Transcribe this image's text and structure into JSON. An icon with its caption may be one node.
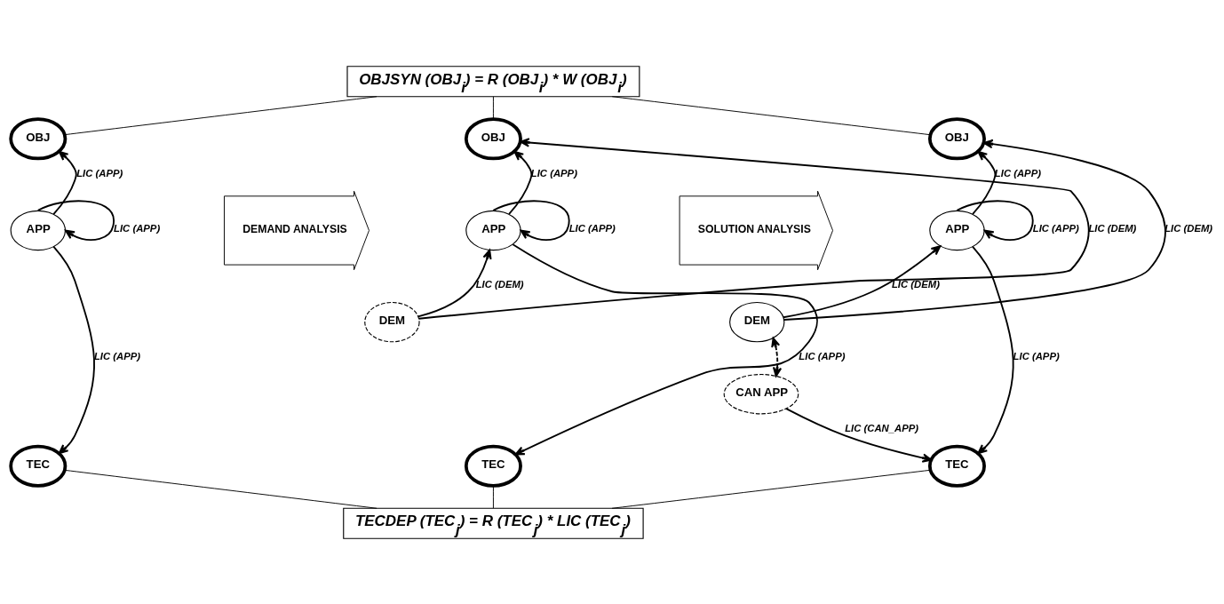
{
  "diagram": {
    "nodes": [
      {
        "text": [
          "OBJSYN (OBJ$_{i}$) = R (OBJ$_{i}$) * W (OBJ$_{i}$)"
        ]
      },
      {
        "text": [
          "OBJ"
        ]
      },
      {
        "text": [
          "APP"
        ]
      },
      {
        "text": [
          "TEC"
        ]
      },
      {
        "text": [
          "DEMAND ANALYSIS"
        ]
      },
      {
        "text": [
          "OBJ"
        ]
      },
      {
        "text": [
          "APP"
        ]
      },
      {
        "text": [
          "DEM"
        ]
      },
      {
        "text": [
          "TEC"
        ]
      },
      {
        "text": [
          "SOLUTION ANALYSIS"
        ]
      },
      {
        "text": [
          "OBJ"
        ]
      },
      {
        "text": [
          "APP"
        ]
      },
      {
        "text": [
          "DEM"
        ]
      },
      {
        "text": [
          "CAN APP"
        ]
      },
      {
        "text": [
          "TEC"
        ]
      },
      {
        "text": [
          "TECDEP (TEC$_{j}$) = R (TEC$_{j}$) * LIC (TEC$_{j}$)"
        ]
      }
    ],
    "edges": [
      {
        "from": 0,
        "to": 1,
        "arrow": "none"
      },
      {
        "from": 0,
        "to": 5,
        "arrow": "none"
      },
      {
        "from": 0,
        "to": 10,
        "arrow": "none"
      },
      {
        "from": 2,
        "to": 1,
        "arrow": "to",
        "label": "LIC (APP)"
      },
      {
        "from": 2,
        "to": 2,
        "arrow": "to",
        "label": "LIC (APP)"
      },
      {
        "from": 2,
        "to": 3,
        "arrow": "to",
        "label": "LIC (APP)"
      },
      {
        "from": 6,
        "to": 5,
        "arrow": "to",
        "label": "LIC (APP)"
      },
      {
        "from": 7,
        "to": 5,
        "arrow": "to",
        "label": "LIC (DEM)"
      },
      {
        "from": 6,
        "to": 6,
        "arrow": "to",
        "label": "LIC (APP)"
      },
      {
        "from": 7,
        "to": 6,
        "arrow": "to",
        "label": "LIC (DEM)"
      },
      {
        "from": 6,
        "to": 8,
        "arrow": "to",
        "label": "LIC (APP)"
      },
      {
        "from": 11,
        "to": 10,
        "arrow": "to",
        "label": "LIC (APP)"
      },
      {
        "from": 12,
        "to": 10,
        "arrow": "to",
        "label": "LIC (DEM)"
      },
      {
        "from": 11,
        "to": 11,
        "arrow": "to",
        "label": "LIC (APP)"
      },
      {
        "from": 12,
        "to": 11,
        "arrow": "to",
        "label": "LIC (DEM)"
      },
      {
        "from": 11,
        "to": 14,
        "arrow": "to",
        "label": "LIC (APP)"
      },
      {
        "from": 13,
        "to": 12,
        "arrow": "both",
        "style": "dashed"
      },
      {
        "from": 13,
        "to": 14,
        "arrow": "to",
        "label": "LIC (CAN_APP)"
      },
      {
        "from": 3,
        "to": 15,
        "arrow": "none"
      },
      {
        "from": 8,
        "to": 15,
        "arrow": "none"
      },
      {
        "from": 14,
        "to": 15,
        "arrow": "none"
      }
    ]
  }
}
